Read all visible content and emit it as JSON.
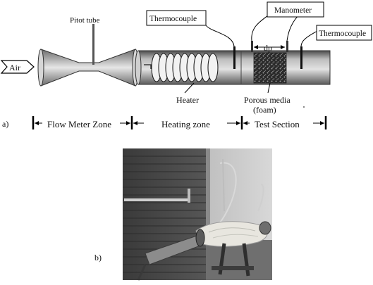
{
  "diagram": {
    "air_label": "Air",
    "pitot_label": "Pitot tube",
    "thermocouple_left_label": "Thermocouple",
    "manometer_label": "Manometer",
    "thermocouple_right_label": "Thermocouple",
    "dp_label": "dp",
    "heater_label": "Heater",
    "porous_label_line1": "Porous media",
    "porous_label_line2": "(foam)",
    "part_a_label": "a)",
    "zone_flow_meter": "Flow Meter Zone",
    "zone_heating": "Heating zone",
    "zone_test": "Test Section"
  },
  "photo": {
    "part_b_label": "b)"
  }
}
